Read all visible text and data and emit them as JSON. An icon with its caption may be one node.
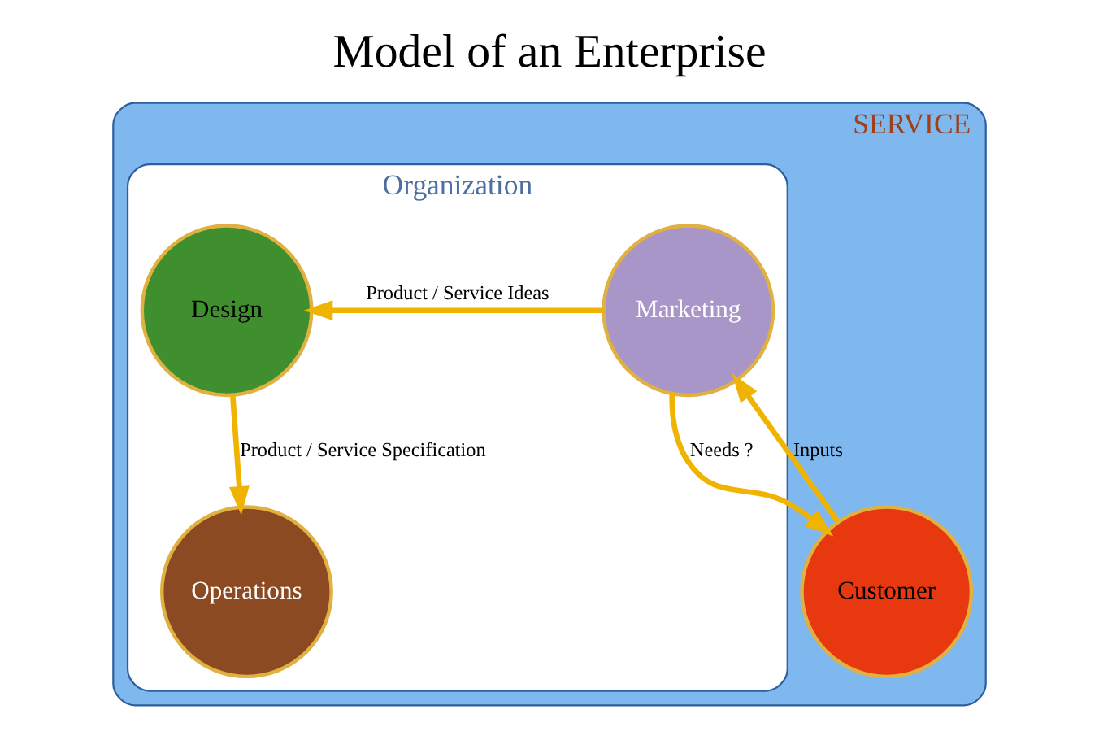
{
  "diagram": {
    "title": "Model of an Enterprise",
    "nodes": [
      {
        "text": [
          "SERVICE"
        ]
      },
      {
        "text": [
          "Organization"
        ],
        "in": 0
      },
      {
        "text": [
          "Design"
        ],
        "in": 1
      },
      {
        "text": [
          "Operations"
        ],
        "in": 1
      },
      {
        "text": [
          "Marketing"
        ],
        "in": 1
      },
      {
        "text": [
          "Customer"
        ],
        "in": 0
      }
    ],
    "edges": [
      {
        "from": 2,
        "to": 3,
        "arrow": "to",
        "label": "Product / Service Specification"
      },
      {
        "from": 4,
        "to": 2,
        "arrow": "to",
        "label": "Product / Service Ideas"
      },
      {
        "from": 5,
        "to": 4,
        "arrow": "to",
        "label": "Inputs"
      },
      {
        "from": 4,
        "to": 5,
        "arrow": "to",
        "label": "Needs ?"
      }
    ]
  }
}
